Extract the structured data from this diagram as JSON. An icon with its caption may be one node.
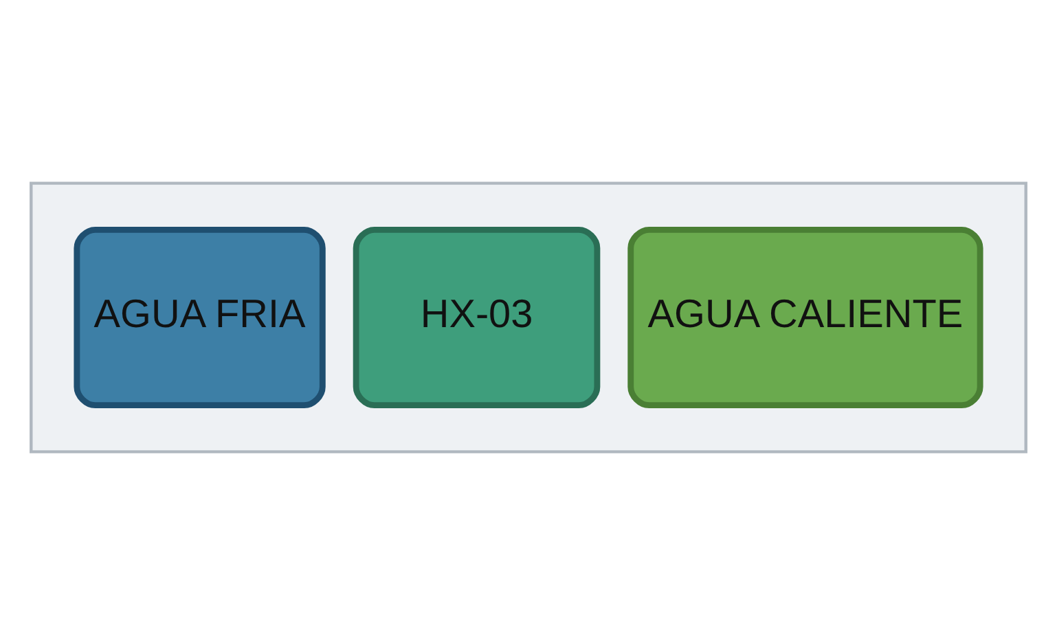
{
  "diagram": {
    "nodes": [
      {
        "text": [],
        "shape": "arrow"
      },
      {
        "text": [
          "AGUA FRIA"
        ],
        "in": 0
      },
      {
        "text": [
          "HX-03"
        ],
        "in": 0
      },
      {
        "text": [
          "AGUA CALIENTE"
        ],
        "in": 0
      }
    ],
    "edges": []
  }
}
